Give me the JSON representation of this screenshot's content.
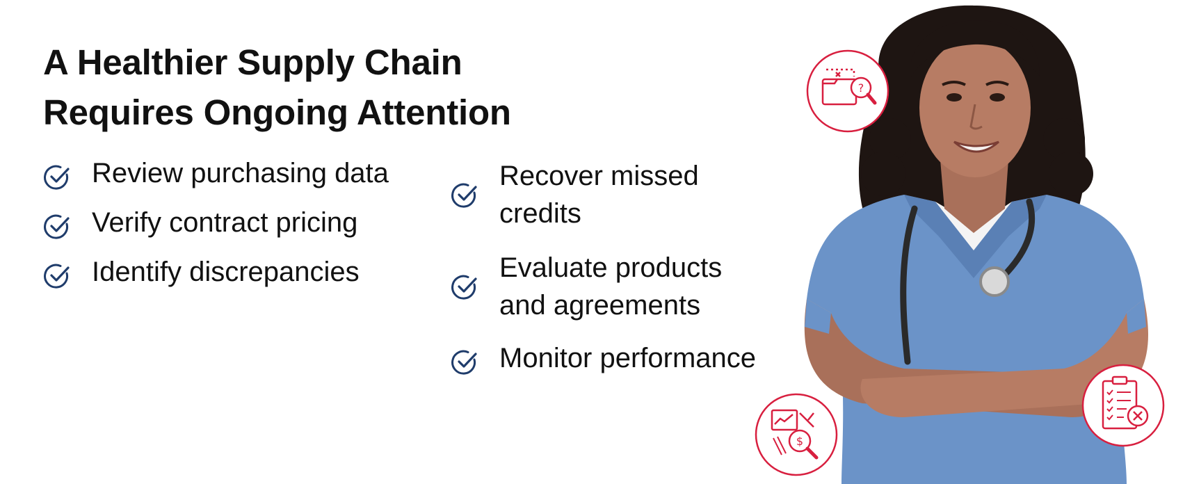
{
  "headline": {
    "line1": "A Healthier Supply Chain",
    "line2": "Requires Ongoing Attention"
  },
  "left_column": [
    "Review purchasing data",
    "Verify contract pricing",
    "Identify discrepancies"
  ],
  "right_column": [
    {
      "line1": "Recover missed",
      "line2": "credits"
    },
    {
      "line1": "Evaluate products",
      "line2": "and agreements"
    },
    {
      "line1": "Monitor performance",
      "line2": ""
    }
  ],
  "icons": {
    "check": "check-circle-icon",
    "folder_search": "folder-search-icon",
    "finance_analysis": "finance-analysis-icon",
    "clipboard_reject": "clipboard-reject-icon"
  },
  "colors": {
    "accent_red": "#d81f3f",
    "check_blue": "#1f3c6b",
    "scrubs_blue": "#6b93c8",
    "text": "#111111"
  }
}
